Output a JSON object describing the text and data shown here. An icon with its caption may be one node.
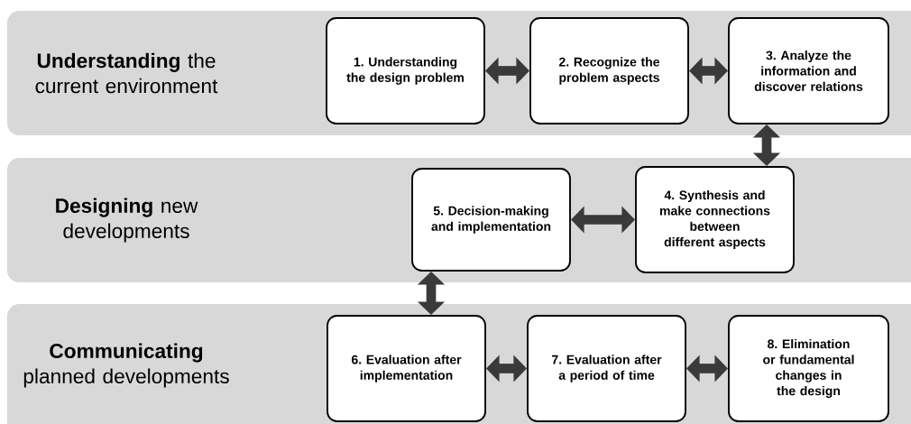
{
  "diagram": {
    "nodes": [
      {
        "text": [
          "**Understanding** the current environment"
        ]
      },
      {
        "text": [
          "1. Understanding the design problem"
        ],
        "in": 0
      },
      {
        "text": [
          "2. Recognize the problem aspects"
        ],
        "in": 0
      },
      {
        "text": [
          "3. Analyze the information and discover relations"
        ],
        "in": 0
      },
      {
        "text": [
          "**Designing** new developments"
        ]
      },
      {
        "text": [
          "5. Decision-making and implementation"
        ],
        "in": 4
      },
      {
        "text": [
          "4. Synthesis and make connections between different aspects"
        ],
        "in": 4
      },
      {
        "text": [
          "**Communicating** planned developments"
        ]
      },
      {
        "text": [
          "6. Evaluation after implementation"
        ],
        "in": 7
      },
      {
        "text": [
          "7. Evaluation after a period of time"
        ],
        "in": 7
      },
      {
        "text": [
          "8. Elimination or fundamental changes in the design"
        ],
        "in": 7
      }
    ],
    "edges": [
      {
        "from": 1,
        "to": 2,
        "arrow": "both"
      },
      {
        "from": 2,
        "to": 3,
        "arrow": "both"
      },
      {
        "from": 3,
        "to": 6,
        "arrow": "both"
      },
      {
        "from": 5,
        "to": 6,
        "arrow": "both"
      },
      {
        "from": 5,
        "to": 8,
        "arrow": "both"
      },
      {
        "from": 8,
        "to": 9,
        "arrow": "both"
      },
      {
        "from": 9,
        "to": 10,
        "arrow": "both"
      }
    ]
  }
}
